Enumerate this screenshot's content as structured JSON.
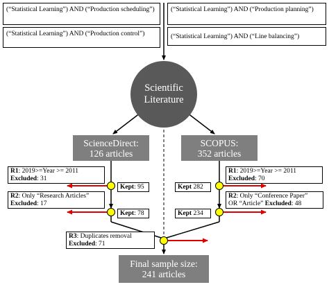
{
  "queries": [
    "(“Statistical Learning”) AND (“Production scheduling”)",
    "(“Statistical Learning”) AND (“Production planning”)",
    "(“Statistical Learning”) AND (“Production control”)",
    "(“Statistical Learning”) AND (“Line balancing”)"
  ],
  "literature": {
    "line1": "Scientific",
    "line2": "Literature"
  },
  "sciencedirect": {
    "name": "ScienceDirect:",
    "count": "126 articles"
  },
  "scopus": {
    "name": "SCOPUS:",
    "count": "352 articles"
  },
  "sd_r1": {
    "label": "R1",
    "rule": ": 2019>=Year >= 2011",
    "excluded_label": "Excluded",
    "excluded_value": ": 31"
  },
  "sd_r2": {
    "label": "R2",
    "rule": ": Only “Research Articles”",
    "excluded_label": "Excluded",
    "excluded_value": ": 17"
  },
  "sc_r1": {
    "label": "R1",
    "rule": ": 2019>=Year >= 2011",
    "excluded_label": "Excluded",
    "excluded_value": ": 70"
  },
  "sc_r2": {
    "label": "R2",
    "rule_a": ": Only “Conference Paper”",
    "rule_b": "OR “Article”",
    "excluded_label": "Excluded",
    "excluded_value": ": 48"
  },
  "kept": {
    "label": "Kept",
    "sd_1": ": 95",
    "sd_2": ": 78",
    "sc_1": "282",
    "sc_2": "234"
  },
  "r3": {
    "label": "R3",
    "rule": ": Duplicates removal",
    "excluded_label": "Excluded",
    "excluded_value": ": 71"
  },
  "final": {
    "line1": "Final sample size:",
    "line2": "241 articles"
  },
  "colors": {
    "arrow_red": "#e00000",
    "node_yellow": "#ffff00",
    "circle": "#595959",
    "box": "#7f7f7f"
  }
}
